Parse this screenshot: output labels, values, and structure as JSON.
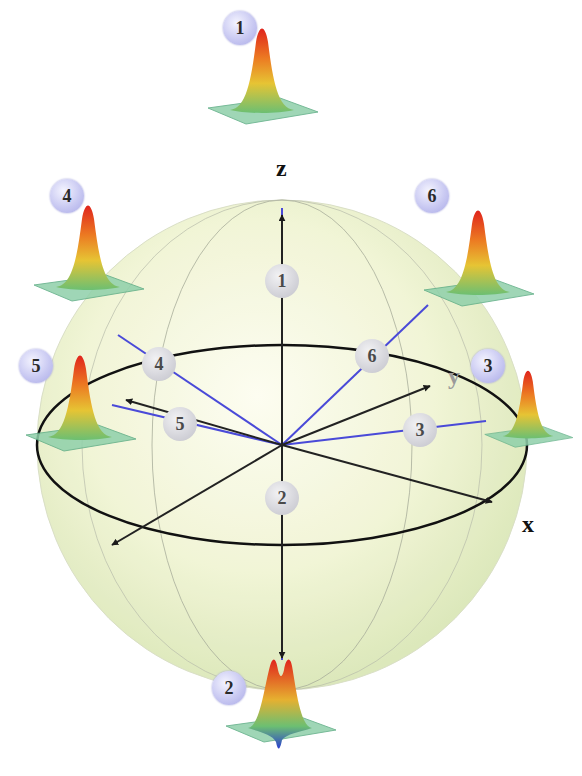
{
  "diagram": {
    "nodes": [
      {
        "text": [
          "1"
        ]
      },
      {
        "text": [
          "4"
        ]
      },
      {
        "text": [
          "6"
        ]
      },
      {
        "text": [
          "1"
        ]
      },
      {
        "text": [
          "6"
        ]
      },
      {
        "text": [
          "4"
        ]
      },
      {
        "text": [
          "5"
        ]
      },
      {
        "text": [
          "3"
        ]
      },
      {
        "text": [
          "5"
        ]
      },
      {
        "text": [
          "3"
        ]
      },
      {
        "text": [
          "2"
        ]
      },
      {
        "text": [
          "2"
        ]
      }
    ],
    "labels": [
      "z",
      "y",
      "x"
    ]
  }
}
